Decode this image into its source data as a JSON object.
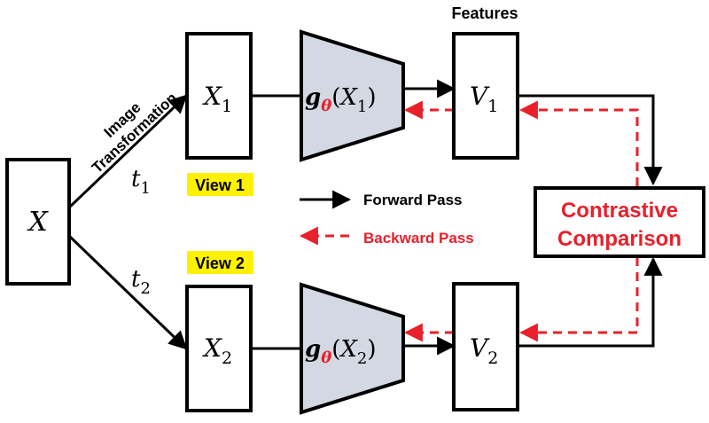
{
  "nodes": {
    "input": {
      "symbol": "X"
    },
    "view1_image": {
      "symbol": "X",
      "subscript": "1"
    },
    "view2_image": {
      "symbol": "X",
      "subscript": "2"
    },
    "encoder1": {
      "func": "g",
      "param": "θ",
      "arg_symbol": "X",
      "arg_subscript": "1"
    },
    "encoder2": {
      "func": "g",
      "param": "θ",
      "arg_symbol": "X",
      "arg_subscript": "2"
    },
    "feature1": {
      "symbol": "V",
      "subscript": "1"
    },
    "feature2": {
      "symbol": "V",
      "subscript": "2"
    },
    "comparison": {
      "line1": "Contrastive",
      "line2": "Comparison"
    }
  },
  "labels": {
    "features": "Features",
    "view1": "View 1",
    "view2": "View 2",
    "transform_line1": "Image",
    "transform_line2": "Transformation",
    "t1_symbol": "t",
    "t1_subscript": "1",
    "t2_symbol": "t",
    "t2_subscript": "2"
  },
  "legend": {
    "forward": "Forward Pass",
    "backward": "Backward Pass"
  },
  "colors": {
    "forward": "#000000",
    "backward": "#e8202a",
    "encoder_fill": "#d3d8e2",
    "view_highlight": "#fff200",
    "accent_text": "#e8202a"
  }
}
